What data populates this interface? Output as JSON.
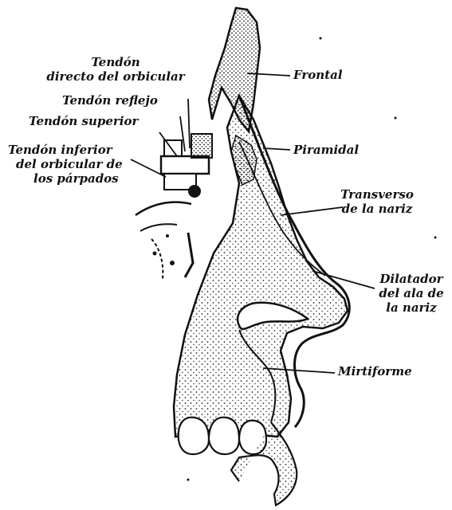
{
  "labels": {
    "frontal": "Frontal",
    "piramidal": "Piramidal",
    "transverso_line1": "Transverso",
    "transverso_line2": "de la nariz",
    "dilatador_line1": "Dilatador",
    "dilatador_line2": "del ala de",
    "dilatador_line3": "la nariz",
    "mirtiforme": "Mirtiforme",
    "tendon_directo_line1": "Tendón",
    "tendon_directo_line2": "directo del orbicular",
    "tendon_reflejo": "Tendón reflejo",
    "tendon_superior": "Tendón superior",
    "tendon_inferior_line1": "Tendón inferior",
    "tendon_inferior_line2": "del orbicular de",
    "tendon_inferior_line3": "los párpados"
  },
  "colors": {
    "ink": "#111111",
    "paper": "#ffffff"
  }
}
